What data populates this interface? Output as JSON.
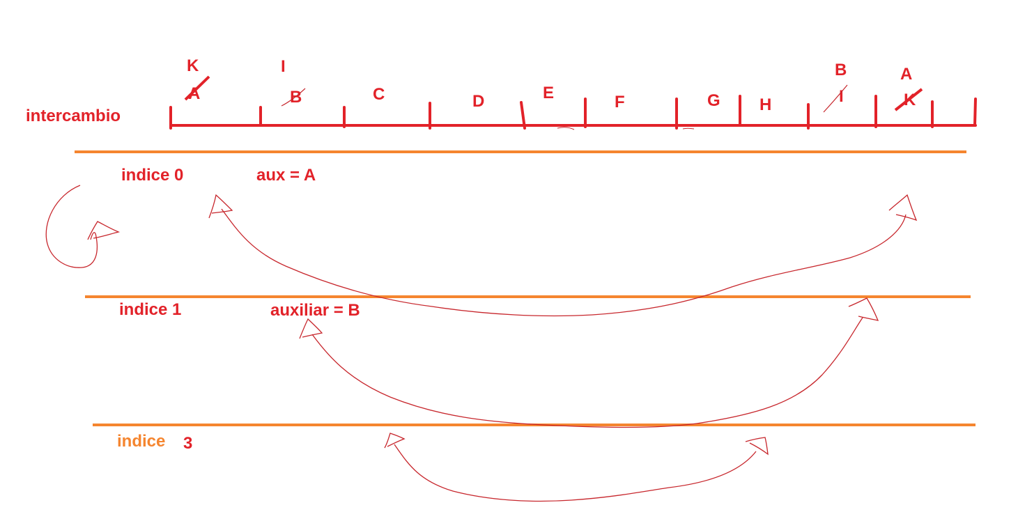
{
  "diagram": {
    "row_label": "intercambio",
    "cells": [
      {
        "id": "cell0",
        "current": "A",
        "replacement": "K",
        "crossed": true
      },
      {
        "id": "cell1",
        "current": "B",
        "replacement": "I",
        "crossed": false
      },
      {
        "id": "cell2",
        "current": "C"
      },
      {
        "id": "cell3",
        "current": "D"
      },
      {
        "id": "cell4",
        "current": "E"
      },
      {
        "id": "cell5",
        "current": "F"
      },
      {
        "id": "cell6",
        "current": "G"
      },
      {
        "id": "cell7",
        "current": "H"
      },
      {
        "id": "cell8",
        "current": "I",
        "replacement": "B",
        "crossed": false
      },
      {
        "id": "cell9",
        "current": "K",
        "replacement": "A",
        "crossed": true
      }
    ],
    "steps": [
      {
        "label": "indice 0",
        "note": "aux = A"
      },
      {
        "label": "indice 1",
        "note": "auxiliar = B"
      },
      {
        "label": "indice",
        "number": "3"
      }
    ],
    "colors": {
      "handwriting": "#e22229",
      "arrows": "#c7262c",
      "separator": "#f5852f",
      "step3_label": "#f5852f"
    }
  }
}
